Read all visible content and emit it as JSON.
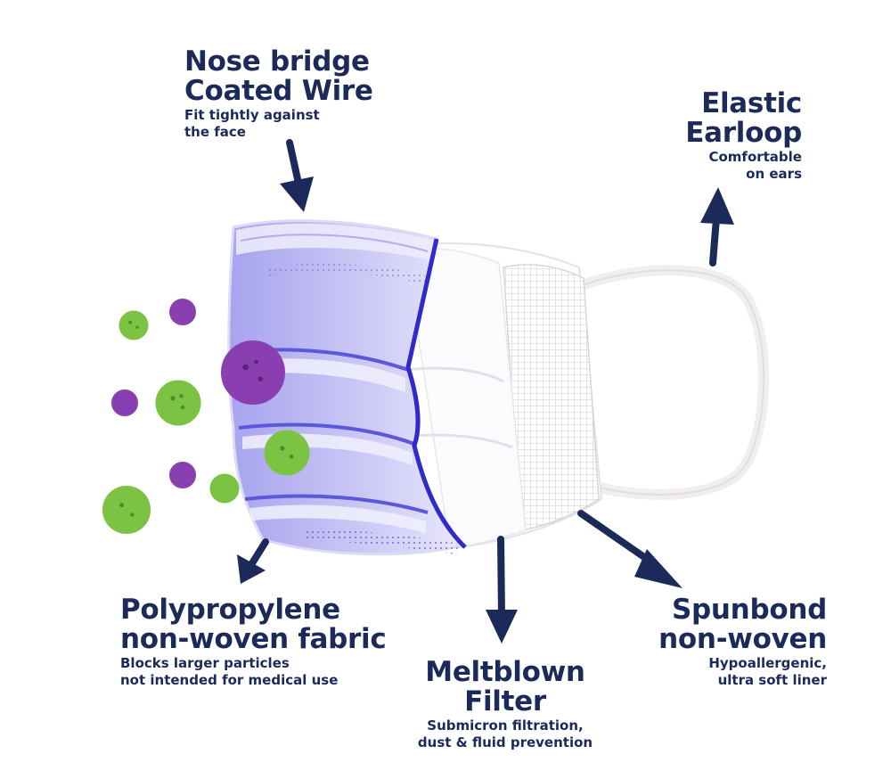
{
  "labels": {
    "nose_bridge": {
      "title_1": "Nose bridge",
      "title_2": "Coated Wire",
      "desc_1": "Fit tightly against",
      "desc_2": "the face"
    },
    "earloop": {
      "title_1": "Elastic",
      "title_2": "Earloop",
      "desc_1": "Comfortable",
      "desc_2": "on ears"
    },
    "polypropylene": {
      "title_1": "Polypropylene",
      "title_2": "non-woven fabric",
      "desc_1": "Blocks larger particles",
      "desc_2": "not intended for medical use"
    },
    "meltblown": {
      "title_1": "Meltblown",
      "title_2": "Filter",
      "desc_1": "Submicron filtration,",
      "desc_2": "dust & fluid prevention"
    },
    "spunbond": {
      "title_1": "Spunbond",
      "title_2": "non-woven",
      "desc_1": "Hypoallergenic,",
      "desc_2": "ultra soft liner"
    }
  },
  "colors": {
    "text": "#1c2a5a",
    "arrow": "#1c2a5a",
    "mask_blue": "#3d3ad6",
    "mask_light": "#d7d6f7",
    "virus_green": "#7cc243",
    "virus_purple": "#8a3fb0"
  }
}
